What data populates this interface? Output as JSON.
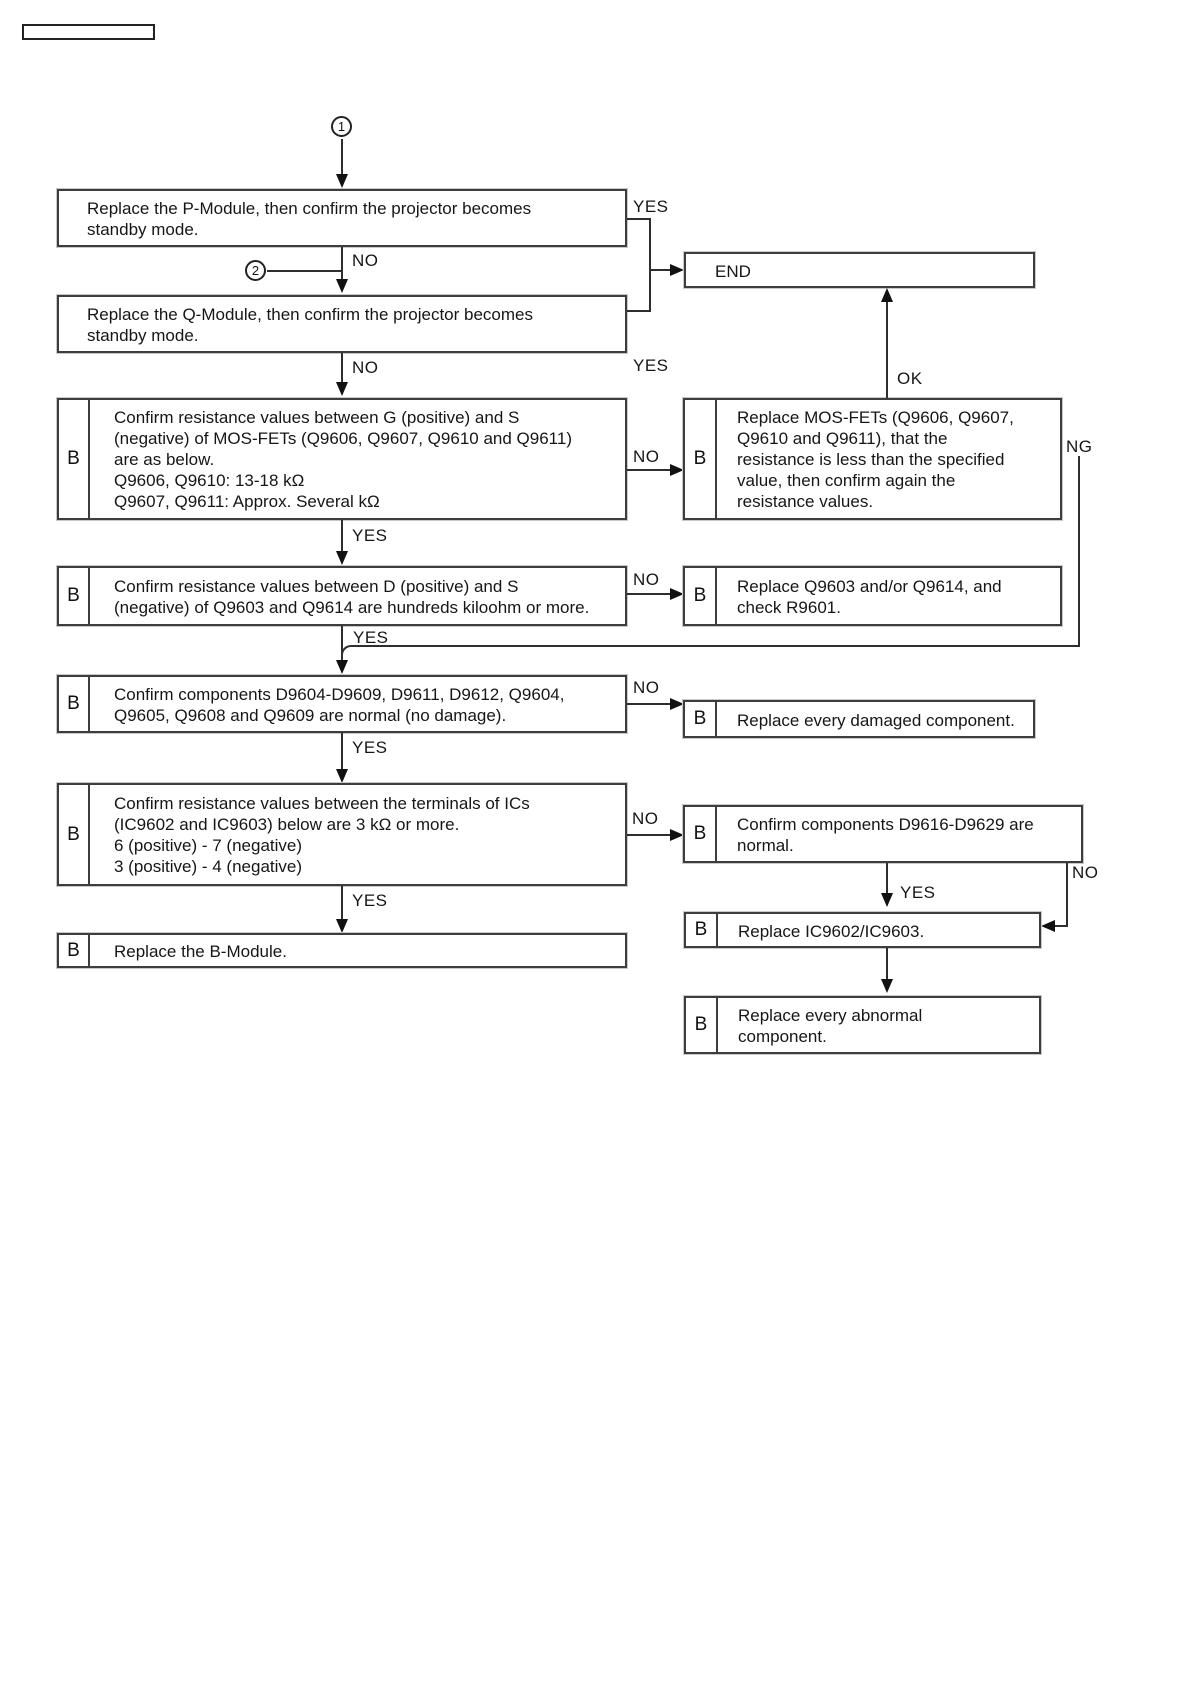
{
  "diagram": {
    "badge": "B",
    "end_label": "END",
    "markers": {
      "one": "1",
      "two": "2"
    },
    "connector_labels": {
      "yes": "YES",
      "no": "NO",
      "ok": "OK",
      "ng": "NG"
    },
    "boxes": {
      "p_module": {
        "lines": [
          "Replace the P-Module, then confirm the projector becomes",
          "standby mode."
        ]
      },
      "q_module": {
        "lines": [
          "Replace the Q-Module, then confirm the projector becomes",
          "standby mode."
        ]
      },
      "confirm_gs": {
        "lines": [
          "Confirm resistance values between G (positive) and S",
          "(negative) of MOS-FETs (Q9606, Q9607, Q9610 and Q9611)",
          "are as below.",
          "Q9606, Q9610: 13-18 kΩ",
          "Q9607, Q9611: Approx. Several kΩ"
        ]
      },
      "confirm_ds": {
        "lines": [
          "Confirm resistance values between D (positive) and S",
          "(negative) of Q9603 and Q9614 are hundreds kiloohm or more."
        ]
      },
      "confirm_components": {
        "lines": [
          "Confirm components D9604-D9609, D9611, D9612, Q9604,",
          "Q9605, Q9608 and Q9609 are normal (no damage)."
        ]
      },
      "confirm_ic_terminals": {
        "lines": [
          "Confirm resistance values between the terminals of ICs",
          "(IC9602 and IC9603) below are 3 kΩ or more.",
          "6 (positive) - 7 (negative)",
          "3 (positive) - 4 (negative)"
        ]
      },
      "replace_b_module": {
        "lines": [
          "Replace the B-Module."
        ]
      },
      "end": {
        "lines": [
          "END"
        ]
      },
      "replace_mosfets": {
        "lines": [
          "Replace MOS-FETs (Q9606, Q9607,",
          "Q9610 and Q9611), that the",
          "resistance is less than the specified",
          "value, then confirm again the",
          "resistance values."
        ]
      },
      "replace_q9603": {
        "lines": [
          "Replace Q9603 and/or Q9614, and",
          "check R9601."
        ]
      },
      "replace_damaged": {
        "lines": [
          "Replace every damaged component."
        ]
      },
      "confirm_d9616": {
        "lines": [
          "Confirm components D9616-D9629 are",
          "normal."
        ]
      },
      "replace_ic": {
        "lines": [
          "Replace IC9602/IC9603."
        ]
      },
      "replace_abnormal": {
        "lines": [
          "Replace every abnormal",
          "component."
        ]
      }
    }
  }
}
